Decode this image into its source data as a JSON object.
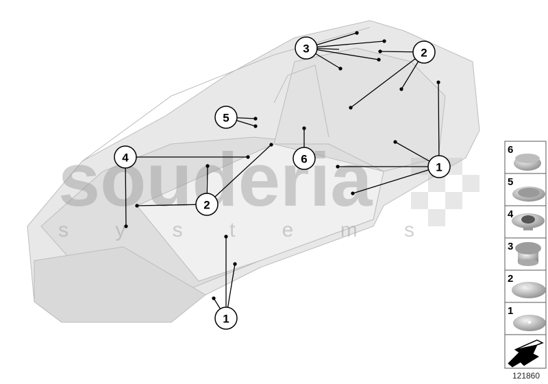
{
  "diagram": {
    "watermark": {
      "line1": "souderia",
      "line2": "s y s t e m s"
    },
    "callouts": [
      {
        "label": "3"
      },
      {
        "label": "2"
      },
      {
        "label": "5"
      },
      {
        "label": "4"
      },
      {
        "label": "6"
      },
      {
        "label": "1"
      },
      {
        "label": "2"
      },
      {
        "label": "1"
      }
    ],
    "legend": [
      {
        "label": "6",
        "part": "cap-plug"
      },
      {
        "label": "5",
        "part": "ring-grommet"
      },
      {
        "label": "4",
        "part": "funnel-grommet"
      },
      {
        "label": "3",
        "part": "blind-plug"
      },
      {
        "label": "2",
        "part": "dome-plug"
      },
      {
        "label": "1",
        "part": "flat-plug"
      }
    ],
    "reference_number": "121860",
    "colors": {
      "body": "#e6e6e6",
      "body_edge": "#bdbdbd",
      "line": "#000000"
    }
  }
}
